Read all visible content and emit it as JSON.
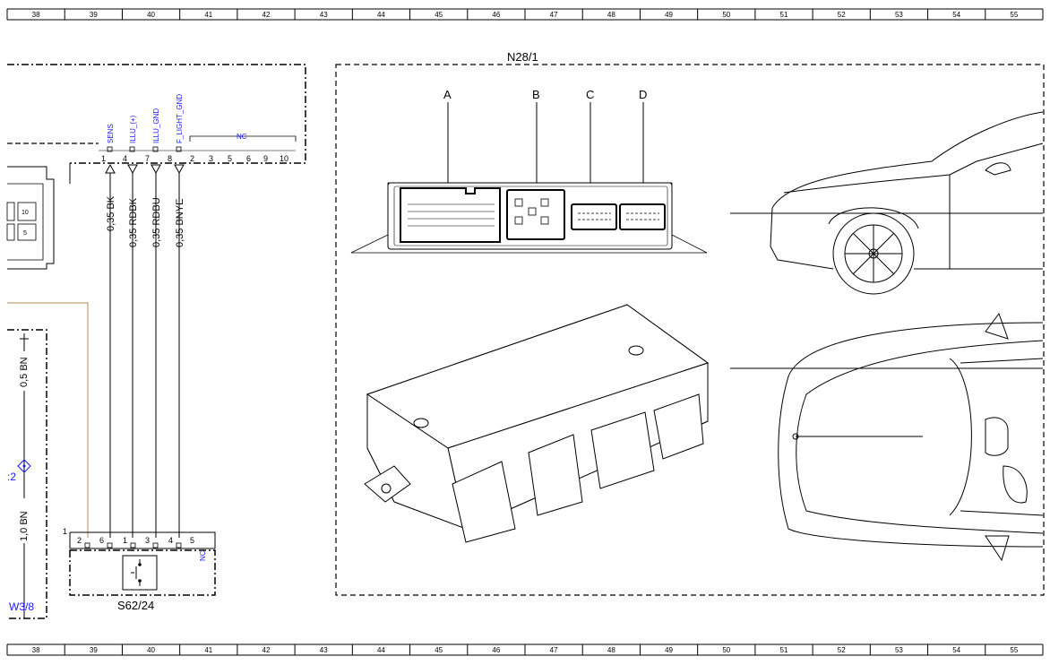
{
  "ruler": {
    "columns": [
      "38",
      "39",
      "40",
      "41",
      "42",
      "43",
      "44",
      "45",
      "46",
      "47",
      "48",
      "49",
      "50",
      "51",
      "52",
      "53",
      "54",
      "55"
    ]
  },
  "left_block": {
    "signals": [
      "SENS",
      "ILLU_(+)",
      "ILLU_GND",
      "F_LIGHT_GND"
    ],
    "pins": [
      "1",
      "4",
      "7",
      "8",
      "2",
      "3",
      "5",
      "6",
      "9",
      "10"
    ],
    "nc_label": "NC",
    "wires": [
      "0,35 BK",
      "0,35 RDBK",
      "0,35 RDBU",
      "0,35 BNYE"
    ]
  },
  "left_connector": {
    "labels": [
      "10",
      "5"
    ]
  },
  "ground_block": {
    "wire_top": "0,5 BN",
    "wire_bottom": "1,0 BN",
    "ref_label": "W3/8",
    "node_label": ":2"
  },
  "switch_block": {
    "corner_label": "1",
    "pins": [
      "2",
      "6",
      "1",
      "3",
      "4",
      "5"
    ],
    "nc_label": "NC",
    "name": "S62/24"
  },
  "module": {
    "name": "N28/1",
    "connectors": [
      "A",
      "B",
      "C",
      "D"
    ]
  }
}
